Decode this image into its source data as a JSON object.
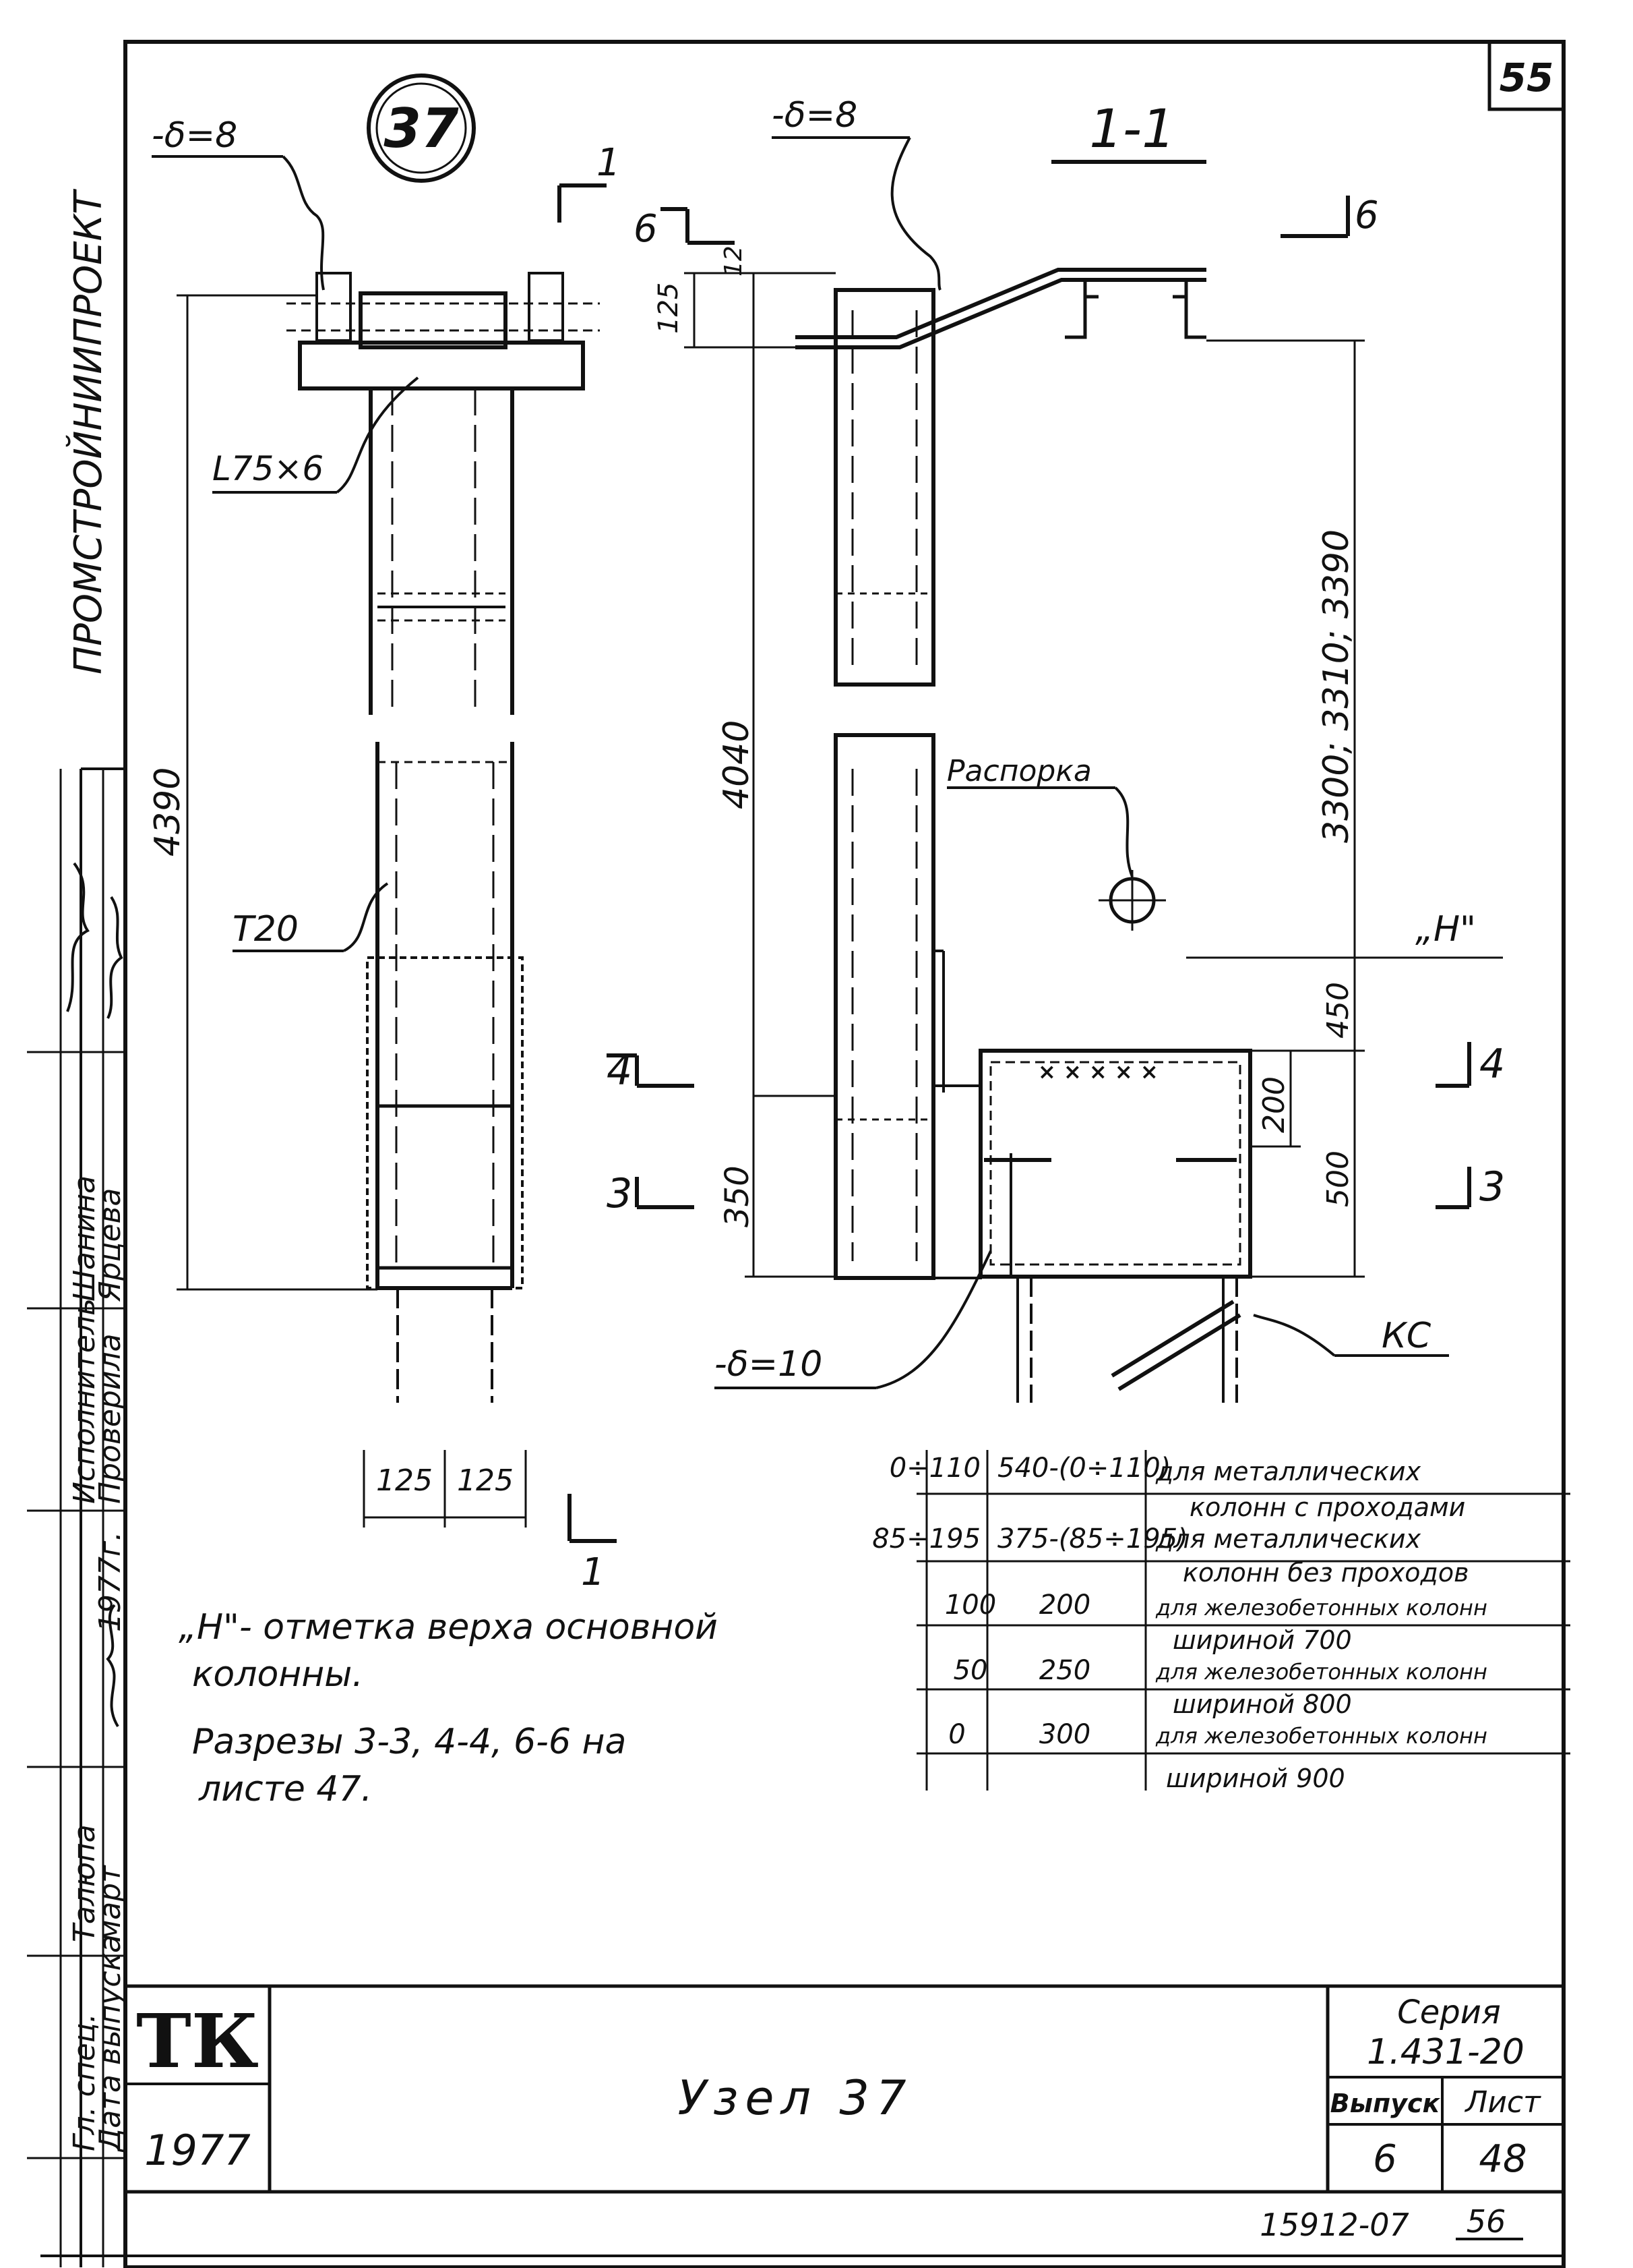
{
  "sheet_number": "55",
  "node_number": "37",
  "section_title": "1-1",
  "stamp": {
    "org": "ПРОМСТРОЙНИИПРОЕКТ",
    "rows": [
      {
        "role": "Исполнитель",
        "name": "Шанина"
      },
      {
        "role": "Проверила",
        "name": "Ярцева"
      },
      {
        "role": "",
        "name": "1977г."
      },
      {
        "role": "",
        "name": "март"
      },
      {
        "role": "",
        "name": "Талюпа"
      },
      {
        "role": "Гл. спец.",
        "name": "Дата выпуска"
      }
    ]
  },
  "left_view": {
    "plate_label": "-δ=8",
    "angle_label": "L75×6",
    "tee_label": "Т20",
    "height_dim": "4390",
    "dim_left": "125",
    "dim_right": "125",
    "cut_mark": "1"
  },
  "right_view": {
    "plate_label": "-δ=8",
    "dim_top": "125",
    "dim_top_small": "12",
    "height_dim": "4040",
    "height_dim_right": "3300; 3310; 3390",
    "strut_label": "Распорка",
    "level_label": "„Н\"",
    "dim_450": "450",
    "dim_350": "350",
    "dim_200": "200",
    "dim_500": "500",
    "bottom_plate_label": "-δ=10",
    "kc_label": "КС",
    "cut_6": "6",
    "cut_4": "4",
    "cut_3": "3"
  },
  "table": {
    "rows": [
      {
        "a": "0÷110",
        "b": "540-(0÷110)",
        "desc1": "для металлических",
        "desc2": "колонн с проходами"
      },
      {
        "a": "85÷195",
        "b": "375-(85÷195)",
        "desc1": "для металлических",
        "desc2": "колонн без проходов"
      },
      {
        "a": "100",
        "b": "200",
        "desc1": "для железобетонных колонн",
        "desc2": "шириной 700"
      },
      {
        "a": "50",
        "b": "250",
        "desc1": "для железобетонных колонн",
        "desc2": "шириной 800"
      },
      {
        "a": "0",
        "b": "300",
        "desc1": "для железобетонных колонн",
        "desc2": "шириной 900"
      }
    ]
  },
  "notes": {
    "line1": "„Н\"- отметка верха основной",
    "line2": "колонны.",
    "line3": "Разрезы 3-3, 4-4, 6-6 на",
    "line4": "листе 47."
  },
  "title_block": {
    "logo": "ТК",
    "year": "1977",
    "title": "Узел 37",
    "series_label": "Серия",
    "series_value": "1.431-20",
    "issue_label": "Выпуск",
    "sheet_label": "Лист",
    "issue_value": "6",
    "sheet_value": "48"
  },
  "footer": {
    "code": "15912-07",
    "page": "56"
  }
}
